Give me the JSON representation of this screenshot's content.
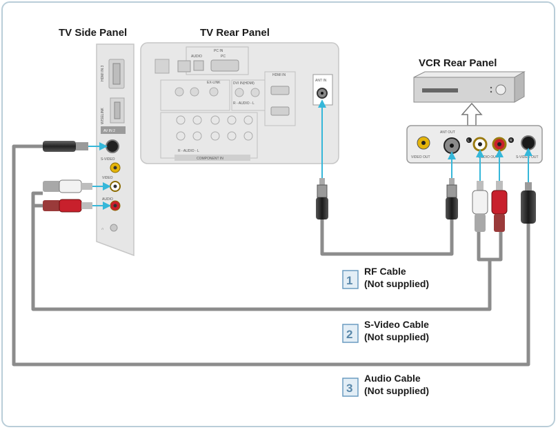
{
  "titles": {
    "tv_side": "TV Side Panel",
    "tv_rear": "TV Rear Panel",
    "vcr_rear": "VCR Rear Panel"
  },
  "tv_side_port_labels": {
    "hdmi": "HDMI IN 3",
    "wiselink": "WISELINK",
    "av_in": "AV IN 2",
    "svideo": "S-VIDEO",
    "video": "VIDEO",
    "audio": "AUDIO"
  },
  "tv_rear_port_labels": {
    "pc_in": "PC IN",
    "audio": "AUDIO",
    "pc": "PC",
    "ex_link": "EX-LINK",
    "dvi_in": "DVI IN(HDMI)",
    "audio_lr": "R - AUDIO - L",
    "hdmi_in": "HDMI IN",
    "component_in": "COMPONENT IN",
    "ant_in": "ANT IN"
  },
  "vcr_port_labels": {
    "ant_out": "ANT OUT",
    "video_out": "VIDEO OUT",
    "audio_out": "AUDIO OUT",
    "svideo_out": "S-VIDEO OUT",
    "l": "L",
    "r": "R"
  },
  "cables": [
    {
      "number": "1",
      "name": "RF Cable",
      "note": "(Not supplied)"
    },
    {
      "number": "2",
      "name": "S-Video Cable",
      "note": "(Not supplied)"
    },
    {
      "number": "3",
      "name": "Audio Cable",
      "note": "(Not supplied)"
    }
  ],
  "colors": {
    "cable": "#8c8c8c",
    "arrow": "#35b7d9",
    "panel": "#e8e8e8",
    "badge_border": "#6a9cc0",
    "badge_bg": "#e3eef6",
    "audio_red": "#c8202c",
    "video_yellow": "#e4b40b"
  }
}
